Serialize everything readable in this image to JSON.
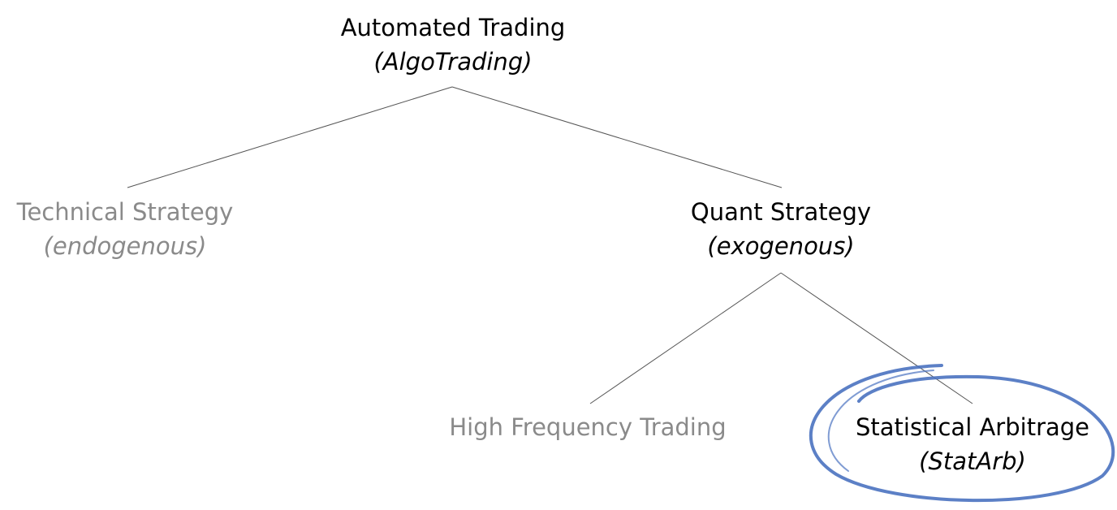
{
  "root": {
    "title": "Automated Trading",
    "subtitle": "(AlgoTrading)"
  },
  "technical": {
    "title": "Technical Strategy",
    "subtitle": "(endogenous)"
  },
  "quant": {
    "title": "Quant Strategy",
    "subtitle": "(exogenous)"
  },
  "hft": {
    "title": "High Frequency Trading"
  },
  "statarb": {
    "title": "Statistical Arbitrage",
    "subtitle": "(StatArb)"
  },
  "colors": {
    "active": "#000000",
    "muted": "#8a8a8a",
    "edge": "#555555",
    "highlight": "#4a72c0"
  }
}
